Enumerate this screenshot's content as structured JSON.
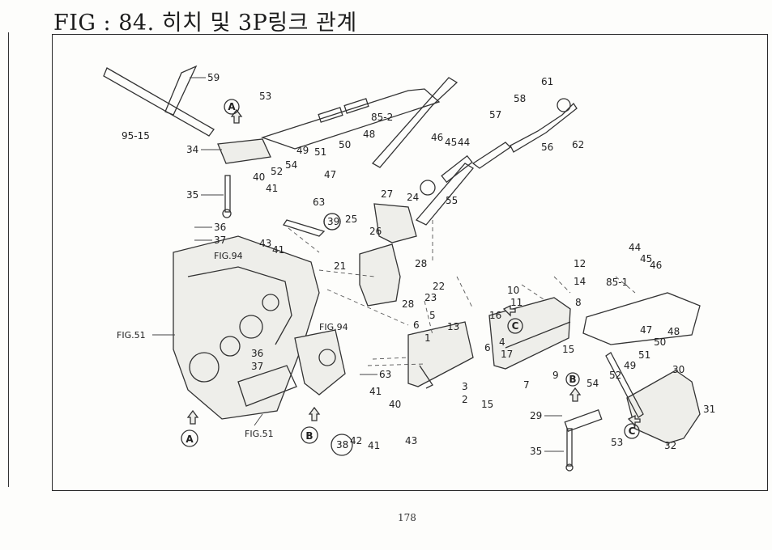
{
  "header": {
    "title": "FIG : 84. 히치 및 3P링크 관계"
  },
  "footer": {
    "page_number": "178"
  },
  "callouts": {
    "a": "A",
    "b": "B",
    "c": "C"
  },
  "references": {
    "fig94_top": "FIG.94",
    "fig94_mid": "FIG.94",
    "fig51_left": "FIG.51",
    "fig51_bottom": "FIG.51"
  },
  "part_numbers": [
    {
      "id": "p59",
      "text": "59"
    },
    {
      "id": "p95_15",
      "text": "95-15"
    },
    {
      "id": "p53a",
      "text": "53"
    },
    {
      "id": "p34",
      "text": "34"
    },
    {
      "id": "p52a",
      "text": "52"
    },
    {
      "id": "p54a",
      "text": "54"
    },
    {
      "id": "p49a",
      "text": "49"
    },
    {
      "id": "p51a",
      "text": "51"
    },
    {
      "id": "p50a",
      "text": "50"
    },
    {
      "id": "p48a",
      "text": "48"
    },
    {
      "id": "p47a",
      "text": "47"
    },
    {
      "id": "p85_2",
      "text": "85-2"
    },
    {
      "id": "p46a",
      "text": "46"
    },
    {
      "id": "p45a",
      "text": "45"
    },
    {
      "id": "p44a",
      "text": "44"
    },
    {
      "id": "p57",
      "text": "57"
    },
    {
      "id": "p58",
      "text": "58"
    },
    {
      "id": "p61",
      "text": "61"
    },
    {
      "id": "p56",
      "text": "56"
    },
    {
      "id": "p62",
      "text": "62"
    },
    {
      "id": "p35a",
      "text": "35"
    },
    {
      "id": "p40a",
      "text": "40"
    },
    {
      "id": "p41a",
      "text": "41"
    },
    {
      "id": "p63a",
      "text": "63"
    },
    {
      "id": "p55",
      "text": "55"
    },
    {
      "id": "p27",
      "text": "27"
    },
    {
      "id": "p24",
      "text": "24"
    },
    {
      "id": "p36a",
      "text": "36"
    },
    {
      "id": "p37a",
      "text": "37"
    },
    {
      "id": "p43a",
      "text": "43"
    },
    {
      "id": "p41b",
      "text": "41"
    },
    {
      "id": "p39",
      "text": "39"
    },
    {
      "id": "p25",
      "text": "25"
    },
    {
      "id": "p26",
      "text": "26"
    },
    {
      "id": "p28a",
      "text": "28"
    },
    {
      "id": "p21",
      "text": "21"
    },
    {
      "id": "p22",
      "text": "22"
    },
    {
      "id": "p23",
      "text": "23"
    },
    {
      "id": "p28b",
      "text": "28"
    },
    {
      "id": "p12",
      "text": "12"
    },
    {
      "id": "p14",
      "text": "14"
    },
    {
      "id": "p10",
      "text": "10"
    },
    {
      "id": "p11",
      "text": "11"
    },
    {
      "id": "p8",
      "text": "8"
    },
    {
      "id": "p44b",
      "text": "44"
    },
    {
      "id": "p45b",
      "text": "45"
    },
    {
      "id": "p46b",
      "text": "46"
    },
    {
      "id": "p85_1",
      "text": "85-1"
    },
    {
      "id": "p5",
      "text": "5"
    },
    {
      "id": "p16",
      "text": "16"
    },
    {
      "id": "p6a",
      "text": "6"
    },
    {
      "id": "p13",
      "text": "13"
    },
    {
      "id": "p1",
      "text": "1"
    },
    {
      "id": "p4",
      "text": "4"
    },
    {
      "id": "p6b",
      "text": "6"
    },
    {
      "id": "p17",
      "text": "17"
    },
    {
      "id": "p15a",
      "text": "15"
    },
    {
      "id": "p47b",
      "text": "47"
    },
    {
      "id": "p48b",
      "text": "48"
    },
    {
      "id": "p50b",
      "text": "50"
    },
    {
      "id": "p51b",
      "text": "51"
    },
    {
      "id": "p49b",
      "text": "49"
    },
    {
      "id": "p30",
      "text": "30"
    },
    {
      "id": "p36b",
      "text": "36"
    },
    {
      "id": "p37b",
      "text": "37"
    },
    {
      "id": "p63b",
      "text": "63"
    },
    {
      "id": "p7",
      "text": "7"
    },
    {
      "id": "p9",
      "text": "9"
    },
    {
      "id": "p52b",
      "text": "52"
    },
    {
      "id": "p54b",
      "text": "54"
    },
    {
      "id": "p3",
      "text": "3"
    },
    {
      "id": "p2",
      "text": "2"
    },
    {
      "id": "p15b",
      "text": "15"
    },
    {
      "id": "p41c",
      "text": "41"
    },
    {
      "id": "p40b",
      "text": "40"
    },
    {
      "id": "p29",
      "text": "29"
    },
    {
      "id": "p31",
      "text": "31"
    },
    {
      "id": "p53b",
      "text": "53"
    },
    {
      "id": "p42",
      "text": "42"
    },
    {
      "id": "p41d",
      "text": "41"
    },
    {
      "id": "p43b",
      "text": "43"
    },
    {
      "id": "p38",
      "text": "38"
    },
    {
      "id": "p35b",
      "text": "35"
    },
    {
      "id": "p32",
      "text": "32"
    }
  ]
}
